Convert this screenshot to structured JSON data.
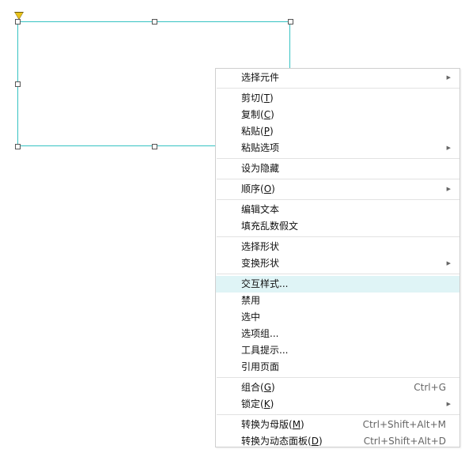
{
  "menu": {
    "items": [
      {
        "id": "select-widgets",
        "text": "选择元件",
        "submenu": true
      },
      {
        "sep": true
      },
      {
        "id": "cut",
        "text": "剪切(",
        "mn": "T",
        "tail": ")"
      },
      {
        "id": "copy",
        "text": "复制(",
        "mn": "C",
        "tail": ")"
      },
      {
        "id": "paste",
        "text": "粘贴(",
        "mn": "P",
        "tail": ")"
      },
      {
        "id": "paste-options",
        "text": "粘贴选项",
        "submenu": true
      },
      {
        "sep": true
      },
      {
        "id": "set-hidden",
        "text": "设为隐藏"
      },
      {
        "sep": true
      },
      {
        "id": "order",
        "text": "顺序(",
        "mn": "O",
        "tail": ")",
        "submenu": true
      },
      {
        "sep": true
      },
      {
        "id": "edit-text",
        "text": "编辑文本"
      },
      {
        "id": "fill-lorem",
        "text": "填充乱数假文"
      },
      {
        "sep": true
      },
      {
        "id": "select-shape",
        "text": "选择形状"
      },
      {
        "id": "transform-shape",
        "text": "变换形状",
        "submenu": true
      },
      {
        "sep": true
      },
      {
        "id": "interaction-styles",
        "text": "交互样式...",
        "highlight": true
      },
      {
        "id": "disable",
        "text": "禁用"
      },
      {
        "id": "selected",
        "text": "选中"
      },
      {
        "id": "option-group",
        "text": "选项组..."
      },
      {
        "id": "tooltip",
        "text": "工具提示..."
      },
      {
        "id": "reference-page",
        "text": "引用页面"
      },
      {
        "sep": true
      },
      {
        "id": "group",
        "text": "组合(",
        "mn": "G",
        "tail": ")",
        "shortcut": "Ctrl+G"
      },
      {
        "id": "lock",
        "text": "锁定(",
        "mn": "K",
        "tail": ")",
        "submenu": true
      },
      {
        "sep": true
      },
      {
        "id": "convert-master",
        "text": "转换为母版(",
        "mn": "M",
        "tail": ")",
        "shortcut": "Ctrl+Shift+Alt+M"
      },
      {
        "id": "convert-dynamic-panel",
        "text": "转换为动态面板(",
        "mn": "D",
        "tail": ")",
        "shortcut": "Ctrl+Shift+Alt+D"
      }
    ]
  },
  "colors": {
    "accent": "#36c2c2",
    "highlight": "#dff4f6",
    "marker": "#e9c21a"
  },
  "icons": {
    "submenu": "chevron-right-icon",
    "marker": "triangle-marker-icon"
  }
}
